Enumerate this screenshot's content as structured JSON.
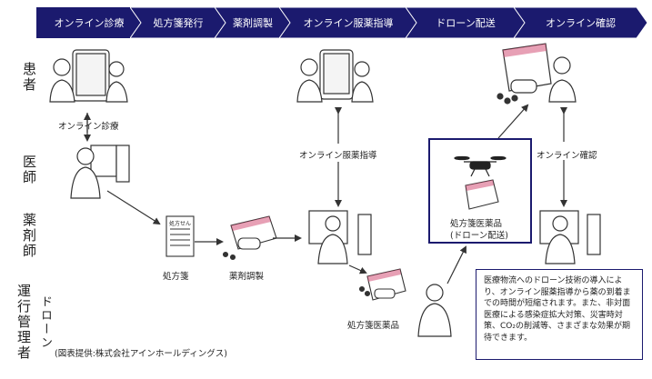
{
  "process_steps": [
    "オンライン診療",
    "処方箋発行",
    "薬剤調製",
    "オンライン服薬指導",
    "ドローン配送",
    "オンライン確認"
  ],
  "rows": {
    "patient": "患者",
    "doctor": "医師",
    "pharmacist": "薬剤師",
    "drone_operator": "運行管理者",
    "drone_operator_sub": "ドローン"
  },
  "labels": {
    "online_consultation": "オンライン診療",
    "online_medication_guidance": "オンライン服薬指導",
    "online_confirmation": "オンライン確認",
    "prescription": "処方箋",
    "prescription_sheet_header": "処方せん",
    "drug_preparation": "薬剤調製",
    "prescription_medicine": "処方箋医薬品",
    "drone_box_line1": "処方箋医薬品",
    "drone_box_line2": "(ドローン配送)"
  },
  "info_text": "医療物流へのドローン技術の導入により、オンライン服薬指導から薬の到着までの時間が短縮されます。また、非対面医療による感染症拡大対策、災害時対策、CO₂の削減等、さまざまな効果が期待できます。",
  "credit": "(図表提供:株式会社アインホールディングス)",
  "colors": {
    "step_fill": "#1b1a6e",
    "bag_accent": "#d0416c",
    "box_border": "#1b1a6e"
  }
}
